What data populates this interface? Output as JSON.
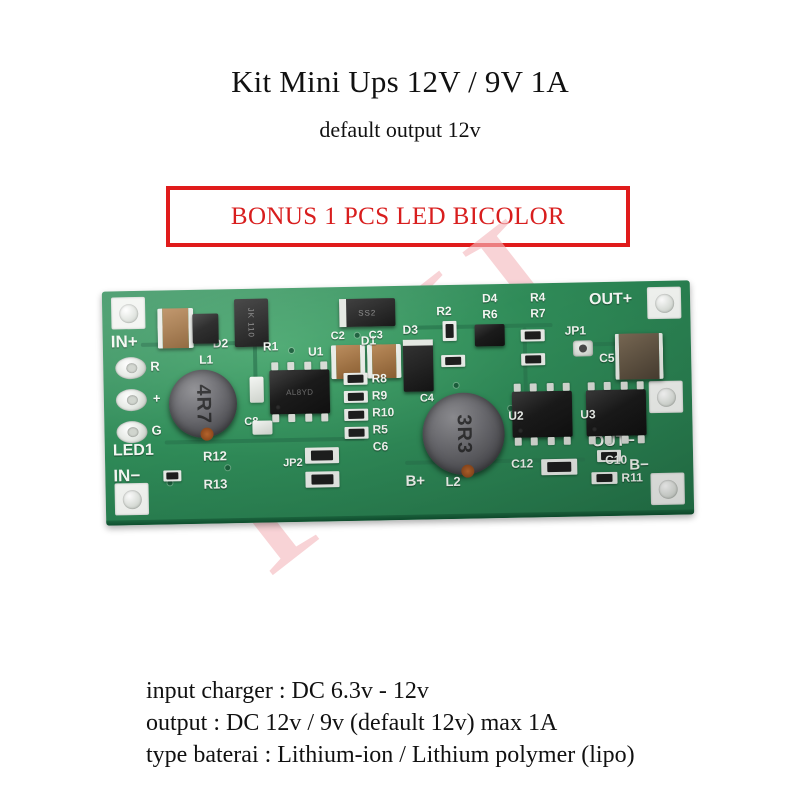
{
  "header": {
    "title": "Kit Mini Ups 12V / 9V 1A",
    "subtitle": "default output 12v"
  },
  "bonus_banner": {
    "text": "BONUS 1 PCS LED BICOLOR",
    "border_color": "#e01b1b",
    "text_color": "#d81e1e"
  },
  "watermark": {
    "text": "FAH",
    "color": "#f4b9bd"
  },
  "product_photo": {
    "board_color": "#2f8b58",
    "silkscreen_color": "#f3f7f2",
    "connector_labels": {
      "in_plus": "IN+",
      "in_minus": "IN−",
      "out_plus": "OUT+",
      "out_minus": "OUT−",
      "bat_plus": "B+",
      "bat_minus": "B−"
    },
    "led_pads": {
      "group_label": "LED1",
      "pad_r": "R",
      "pad_plus": "+",
      "pad_g": "G"
    },
    "silkscreen": [
      "D1",
      "D2",
      "D3",
      "D4",
      "R1",
      "R2",
      "R4",
      "R5",
      "R6",
      "R7",
      "R8",
      "R9",
      "R10",
      "R11",
      "R12",
      "R13",
      "C2",
      "C3",
      "C4",
      "C5",
      "C6",
      "C8",
      "C10",
      "C12",
      "L1",
      "L2",
      "U1",
      "U2",
      "U3",
      "JP1",
      "JP2"
    ],
    "component_markings": {
      "inductor_l1": "4R7",
      "inductor_l2": "3R3",
      "diode_d2": "JK 110",
      "diode_d1": "SS2",
      "ic_u1": "AL8YD"
    }
  },
  "specs": {
    "lines": [
      "input charger : DC 6.3v - 12v",
      "output : DC 12v / 9v (default 12v) max 1A",
      "type baterai : Lithium-ion / Lithium polymer (lipo)"
    ]
  }
}
